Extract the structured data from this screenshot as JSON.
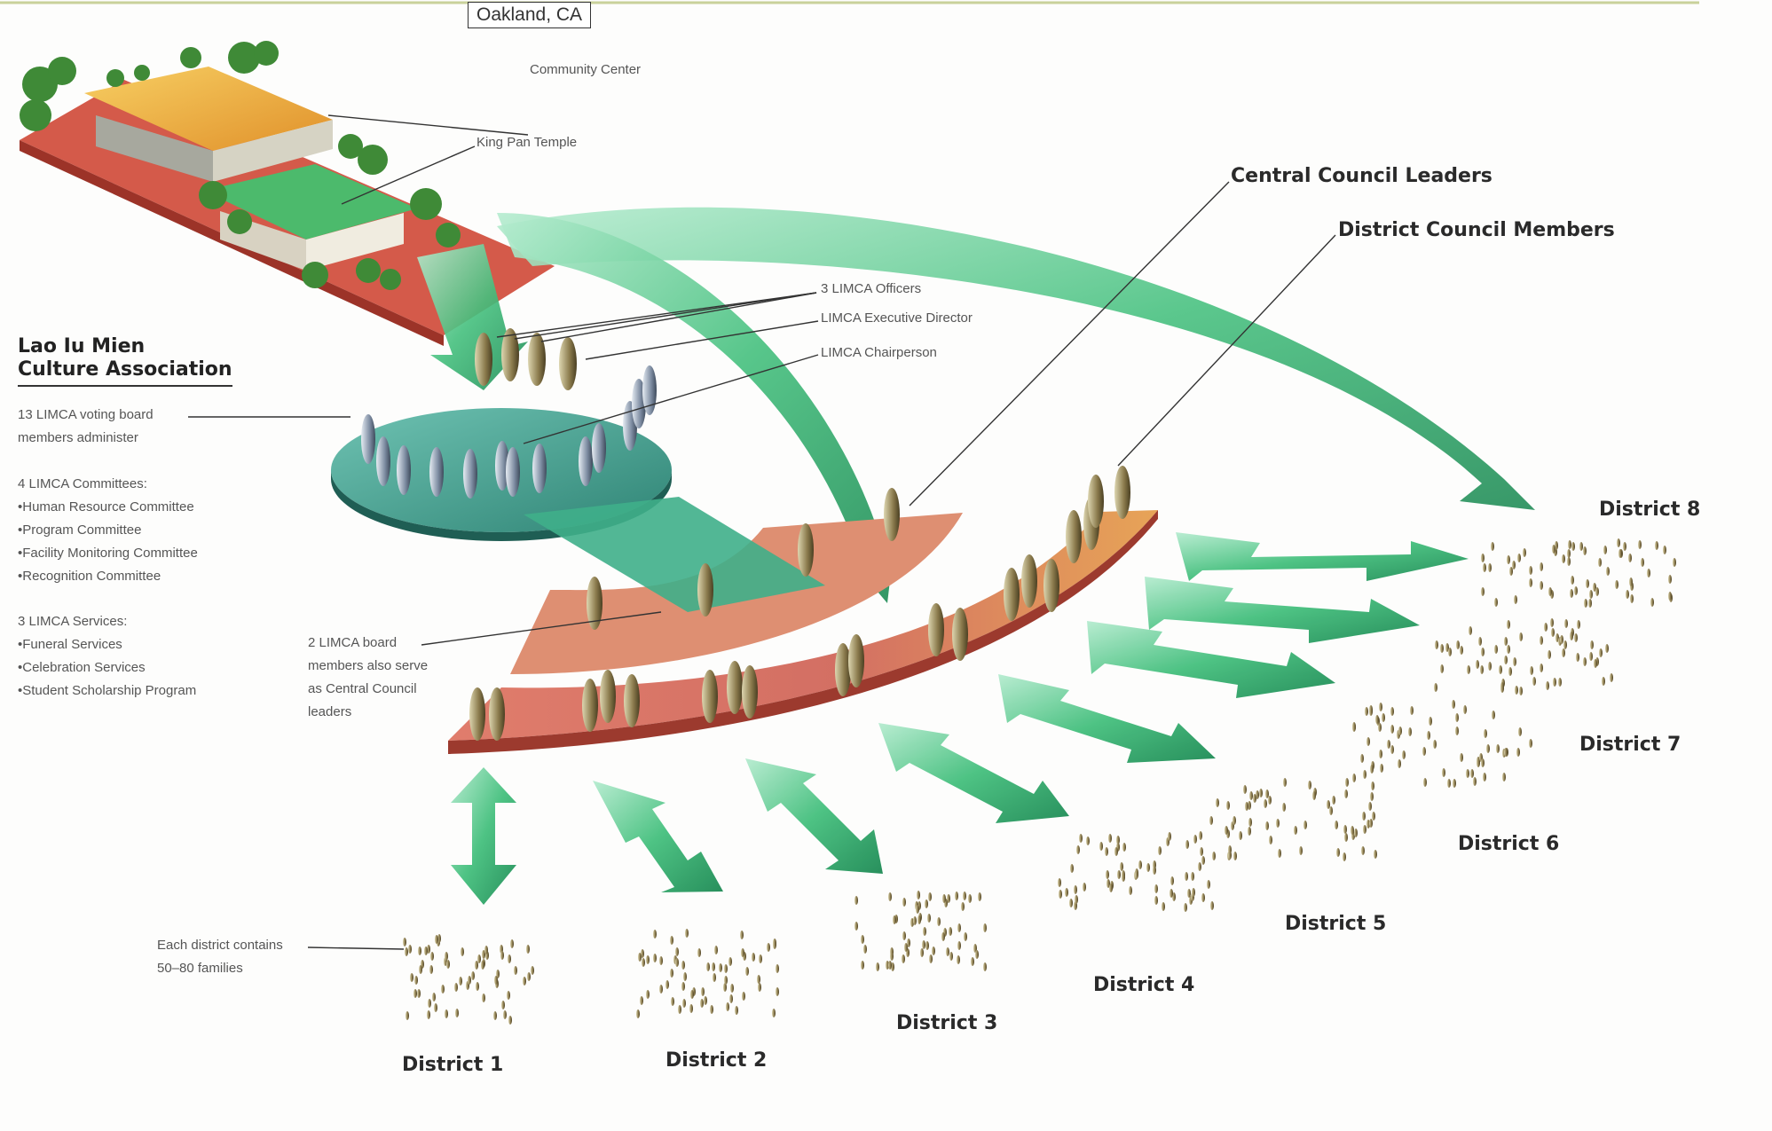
{
  "location": "Oakland, CA",
  "buildings": {
    "community_center": "Community Center",
    "temple": "King Pan Temple"
  },
  "association": {
    "title_line1": "Lao Iu Mien",
    "title_line2": "Culture Association",
    "board_note_line1": "13 LIMCA voting board",
    "board_note_line2": "members administer",
    "committees_heading": "4 LIMCA Committees:",
    "committees": [
      "•Human Resource Committee",
      "•Program Committee",
      "•Facility Monitoring Committee",
      "•Recognition Committee"
    ],
    "services_heading": "3 LIMCA Services:",
    "services": [
      "•Funeral Services",
      "•Celebration Services",
      "•Student Scholarship Program"
    ]
  },
  "callouts": {
    "officers": "3 LIMCA Officers",
    "executive_director": "LIMCA Executive Director",
    "chairperson": "LIMCA Chairperson",
    "central_council": "Central Council Leaders",
    "district_council": "District Council Members",
    "board_serve_line1": "2 LIMCA board",
    "board_serve_line2": "members also serve",
    "board_serve_line3": "as Central Council",
    "board_serve_line4": "leaders",
    "district_families_line1": "Each district contains",
    "district_families_line2": "50–80 families"
  },
  "districts": [
    "District 1",
    "District 2",
    "District 3",
    "District 4",
    "District 5",
    "District 6",
    "District 7",
    "District 8"
  ],
  "colors": {
    "arrow_green": "#3fb878",
    "arrow_light": "#a8e6c4",
    "platform_teal": "#3d9a8c",
    "arc_red": "#d8766a",
    "arc_orange": "#e2a259",
    "roof": "#f0b640"
  }
}
